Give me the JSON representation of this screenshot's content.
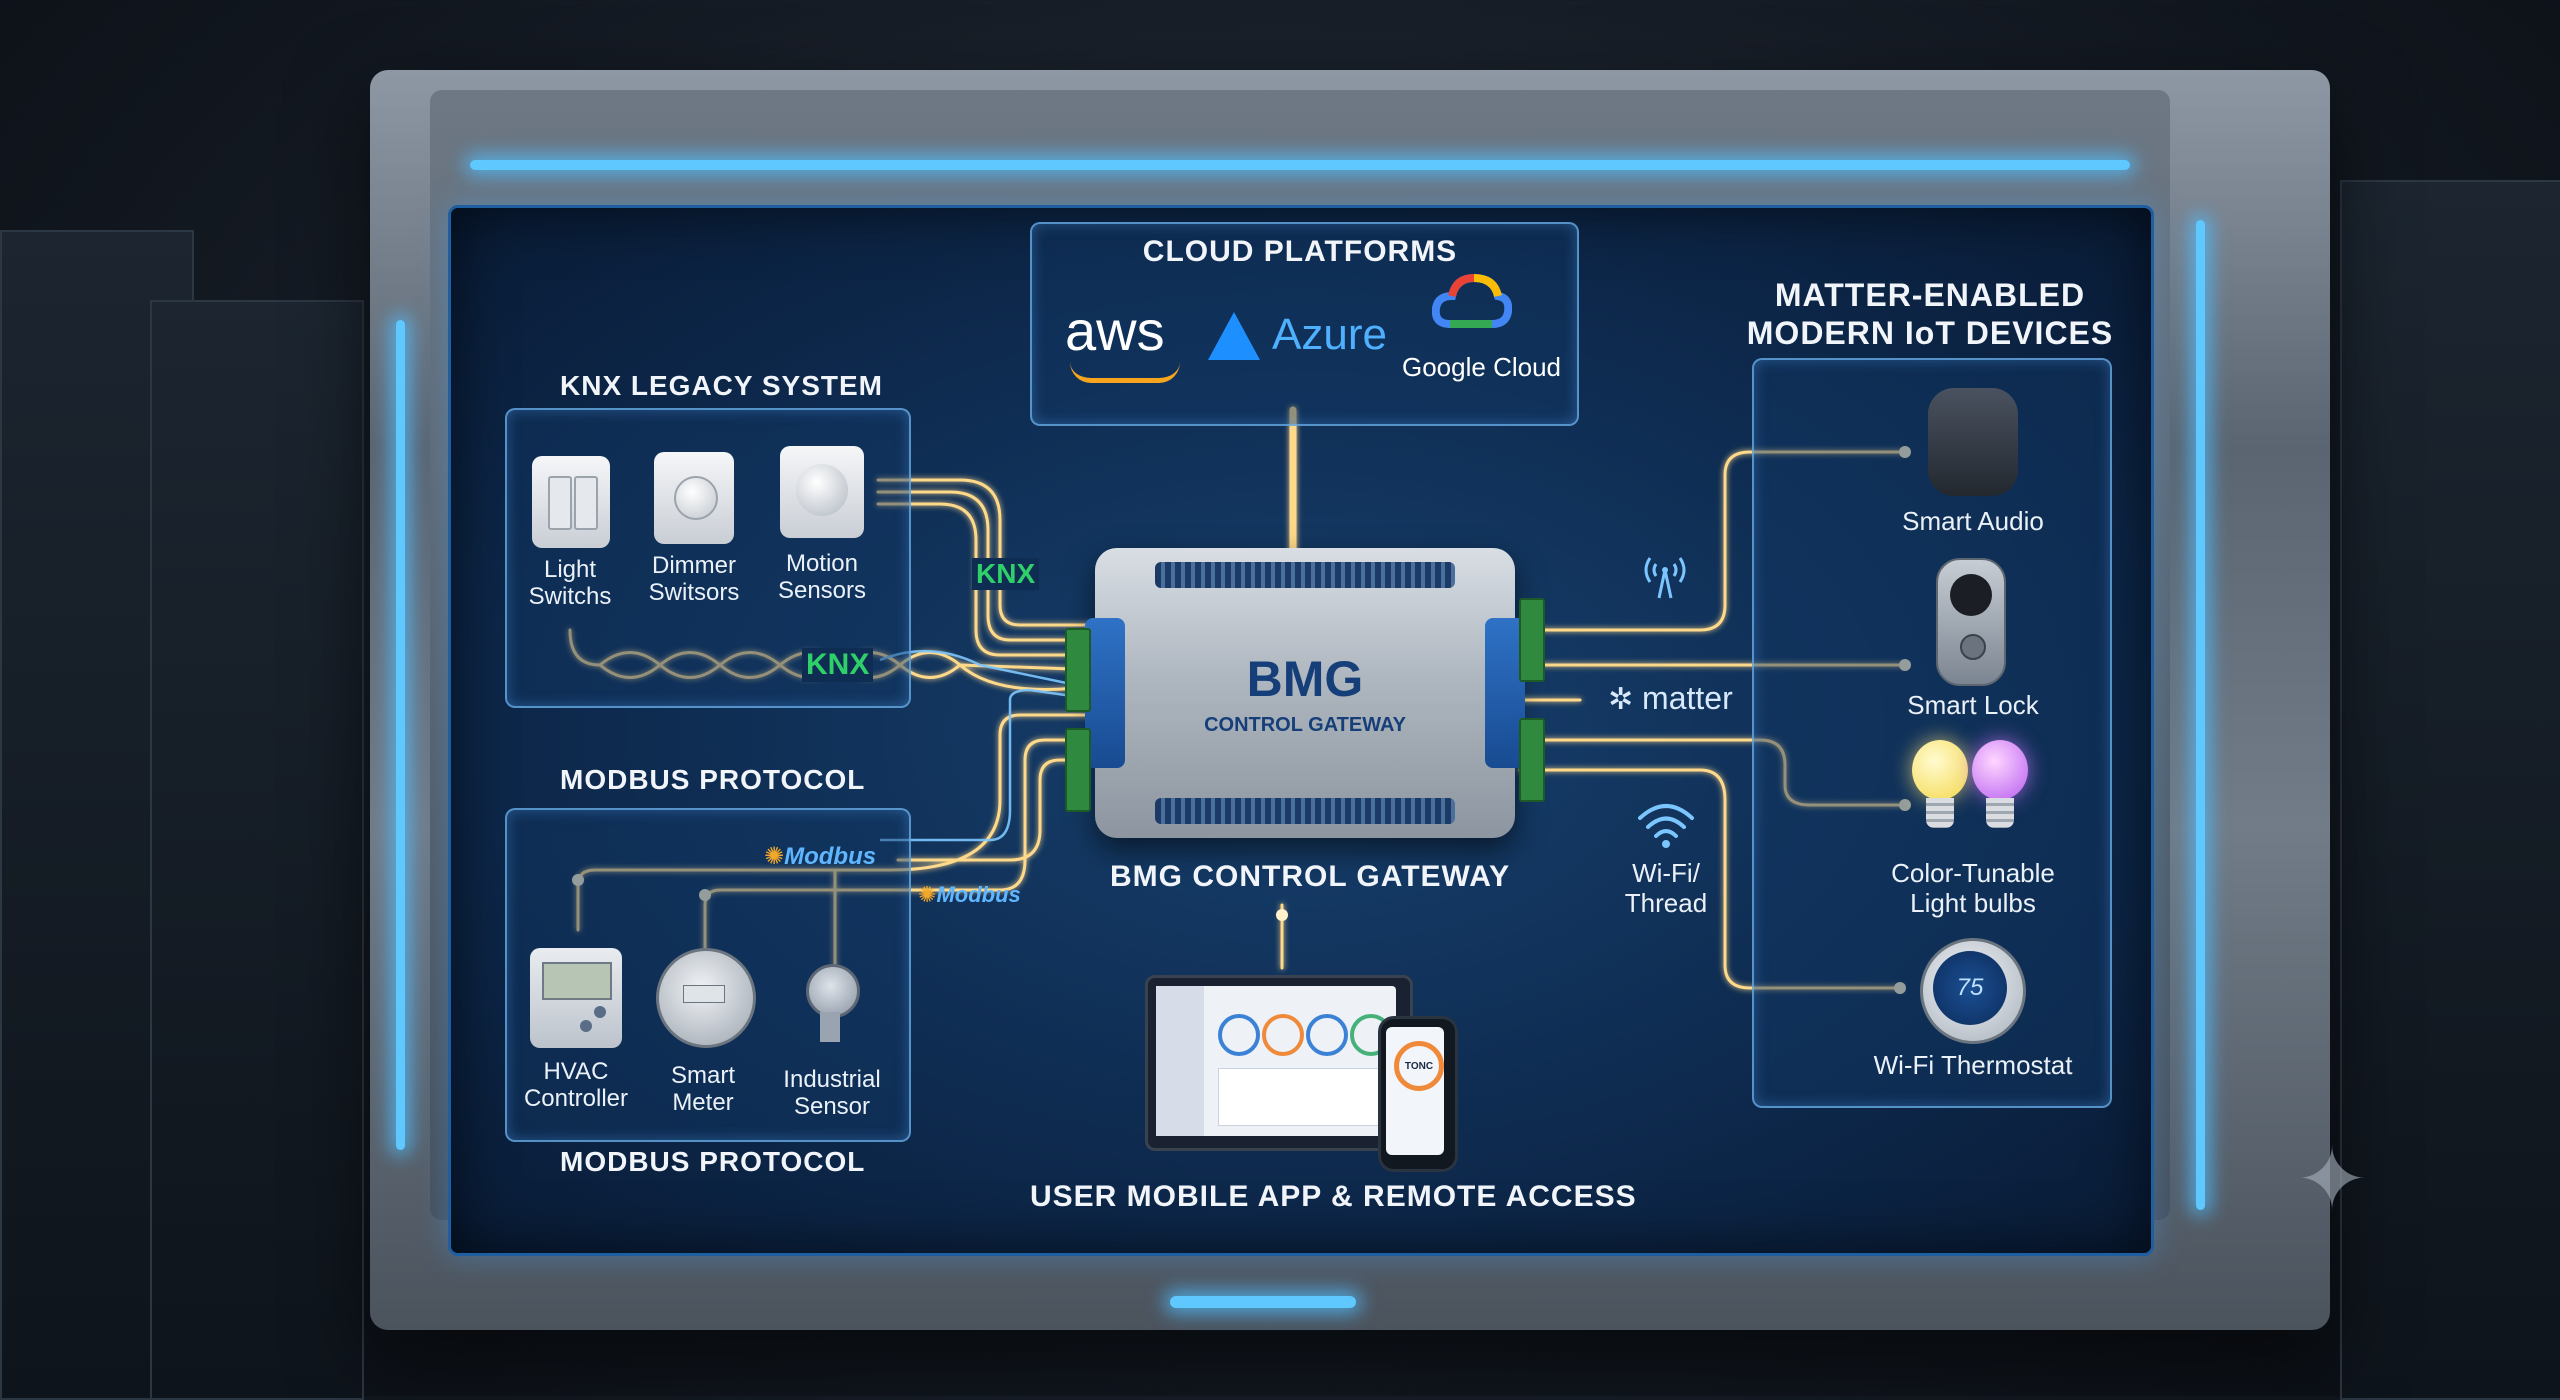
{
  "cloud": {
    "title": "CLOUD PLATFORMS",
    "aws": "aws",
    "azure": "Azure",
    "google": "Google Cloud"
  },
  "knx": {
    "title": "KNX LEGACY SYSTEM",
    "devices": [
      "Light\nSwitchs",
      "Dimmer\nSwitsors",
      "Motion\nSensors"
    ],
    "badge_top": "KNX",
    "badge_bottom": "KNX"
  },
  "modbus": {
    "title_top": "MODBUS PROTOCOL",
    "title_bottom": "MODBUS PROTOCOL",
    "badge_1": "Modbus",
    "badge_2": "Modbus",
    "devices": [
      "HVAC\nController",
      "Smart\nMeter",
      "Industrial\nSensor"
    ]
  },
  "gateway": {
    "name": "BMG",
    "subtitle": "CONTROL GATEWAY",
    "caption": "BMG CONTROL GATEWAY"
  },
  "matter": {
    "title": "MATTER-ENABLED\nMODERN IoT DEVICES",
    "logo": "matter",
    "wifi": "Wi-Fi/\nThread",
    "devices": [
      "Smart Audio",
      "Smart Lock",
      "Color-Tunable\nLight bulbs",
      "Wi-Fi Thermostat"
    ],
    "thermostat_reading": "75"
  },
  "app": {
    "caption": "USER MOBILE APP & REMOTE ACCESS",
    "phone_reading": "TONC"
  },
  "colors": {
    "line": "#ffd98a",
    "panel_border": "#6eb4f0",
    "glow": "#5ec8ff",
    "gateway_blue": "#2f72c6"
  }
}
